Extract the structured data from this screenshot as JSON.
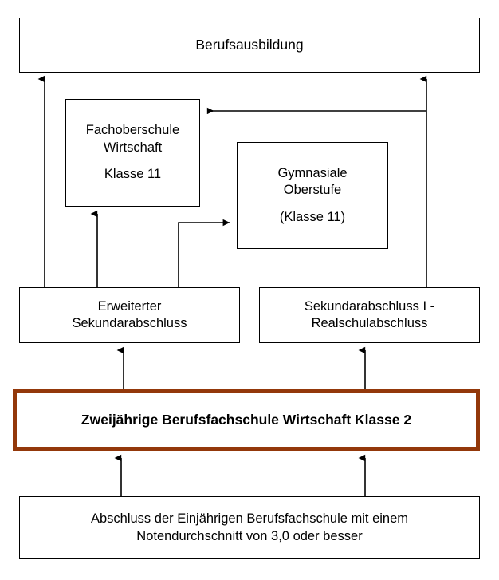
{
  "diagram": {
    "title": "Bildungswege Zweijaehrige Berufsfachschule Wirtschaft",
    "highlight_color": "#93380a",
    "line_color": "#000000",
    "background": "#ffffff",
    "nodes": {
      "berufsausbildung": {
        "lines": [
          "Berufsausbildung"
        ]
      },
      "fachoberschule": {
        "lines": [
          "Fachoberschule",
          "Wirtschaft",
          "Klasse 11"
        ]
      },
      "gymnasiale_oberstufe": {
        "lines": [
          "Gymnasiale",
          "Oberstufe",
          "(Klasse 11)"
        ]
      },
      "erweiterter_sekundarabschluss": {
        "lines": [
          "Erweiterter",
          "Sekundarabschluss"
        ]
      },
      "sekundarabschluss_eins": {
        "lines": [
          "Sekundarabschluss I -",
          "Realschulabschluss"
        ]
      },
      "berufsfachschule_klasse2": {
        "lines": [
          "Zweijährige Berufsfachschule Wirtschaft Klasse 2"
        ]
      },
      "abschluss_einjaehrige": {
        "lines": [
          "Abschluss der Einjährigen Berufsfachschule mit einem",
          "Notendurchschnitt von 3,0 oder besser"
        ]
      }
    },
    "edges": [
      {
        "name": "erweiterter-to-berufsausbildung",
        "from": "erweiterter_sekundarabschluss",
        "to": "berufsausbildung"
      },
      {
        "name": "erweiterter-to-fachoberschule",
        "from": "erweiterter_sekundarabschluss",
        "to": "fachoberschule"
      },
      {
        "name": "erweiterter-to-gymnasiale",
        "from": "erweiterter_sekundarabschluss",
        "to": "gymnasiale_oberstufe"
      },
      {
        "name": "sek1-to-berufsausbildung",
        "from": "sekundarabschluss_eins",
        "to": "berufsausbildung"
      },
      {
        "name": "sek1-to-fachoberschule",
        "from": "sekundarabschluss_eins",
        "to": "fachoberschule"
      },
      {
        "name": "bfs2-to-erweiterter",
        "from": "berufsfachschule_klasse2",
        "to": "erweiterter_sekundarabschluss"
      },
      {
        "name": "bfs2-to-sek1",
        "from": "berufsfachschule_klasse2",
        "to": "sekundarabschluss_eins"
      },
      {
        "name": "abschluss-to-bfs2-left",
        "from": "abschluss_einjaehrige",
        "to": "berufsfachschule_klasse2"
      },
      {
        "name": "abschluss-to-bfs2-right",
        "from": "abschluss_einjaehrige",
        "to": "berufsfachschule_klasse2"
      }
    ]
  }
}
